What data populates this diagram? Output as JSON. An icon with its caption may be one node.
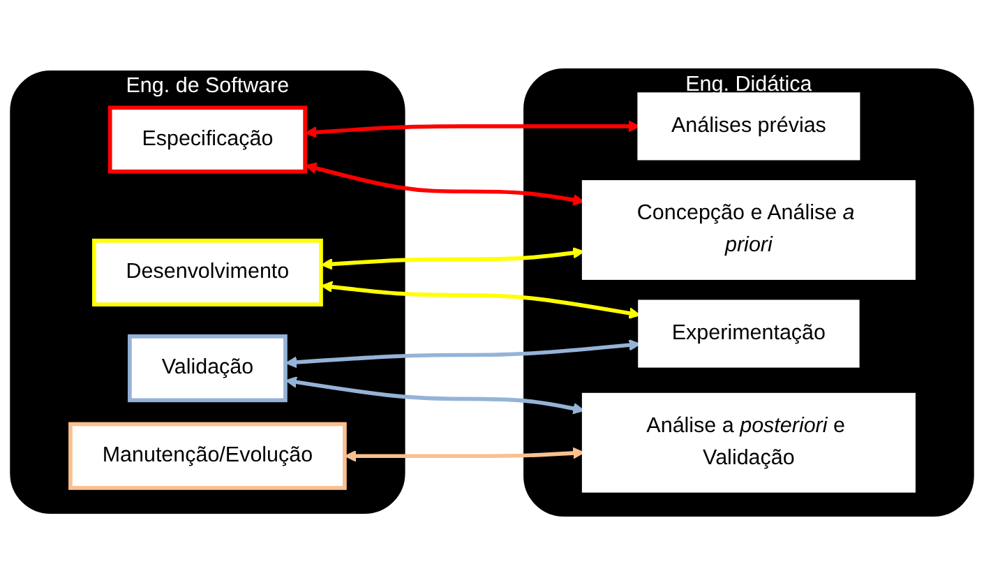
{
  "diagram": {
    "nodes": [
      {
        "text": [
          "Eng. de Software"
        ]
      },
      {
        "text": [
          "Especificação"
        ],
        "in": 0
      },
      {
        "text": [
          "Desenvolvimento"
        ],
        "in": 0
      },
      {
        "text": [
          "Validação"
        ],
        "in": 0
      },
      {
        "text": [
          "Manutenção/Evolução"
        ],
        "in": 0
      },
      {
        "text": [
          "Eng. Didática"
        ]
      },
      {
        "text": [
          "Análises prévias"
        ],
        "in": 5
      },
      {
        "text": [
          "Concepção e Análise *a priori*"
        ],
        "in": 5
      },
      {
        "text": [
          "Experimentação"
        ],
        "in": 5
      },
      {
        "text": [
          "Análise a *posteriori* e Validação"
        ],
        "in": 5
      }
    ],
    "edges": [
      {
        "from": 1,
        "to": 6,
        "arrow": "both",
        "color": "#ff0000"
      },
      {
        "from": 1,
        "to": 7,
        "arrow": "both",
        "color": "#ff0000"
      },
      {
        "from": 2,
        "to": 7,
        "arrow": "both",
        "color": "#ffff00"
      },
      {
        "from": 2,
        "to": 8,
        "arrow": "both",
        "color": "#ffff00"
      },
      {
        "from": 3,
        "to": 8,
        "arrow": "both",
        "color": "#95b3d7"
      },
      {
        "from": 3,
        "to": 9,
        "arrow": "both",
        "color": "#95b3d7"
      },
      {
        "from": 4,
        "to": 9,
        "arrow": "both",
        "color": "#fac090"
      }
    ]
  }
}
